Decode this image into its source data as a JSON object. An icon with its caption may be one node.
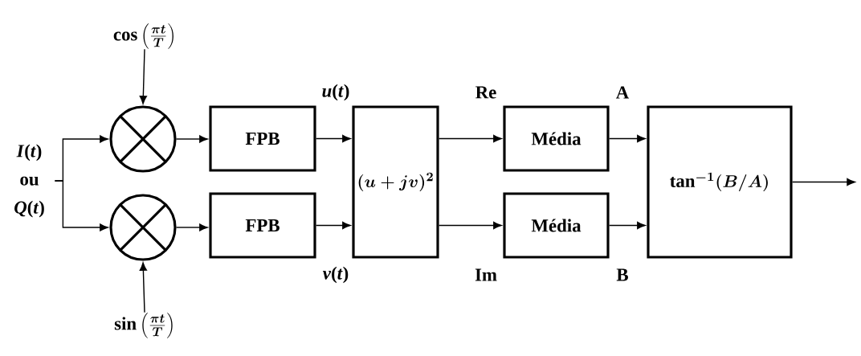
{
  "diagram": {
    "nodes": [
      {
        "text": [
          "*I*(*t*) ou *Q*(*t*)"
        ]
      },
      {
        "text": [
          "\\cos\\left(\\frac{\\pi t}{T}\\right)"
        ]
      },
      {
        "text": [],
        "shape": "circle"
      },
      {
        "text": [],
        "shape": "circle"
      },
      {
        "text": [
          "\\sin\\left(\\frac{\\pi t}{T}\\right)"
        ]
      },
      {
        "text": [
          "FPB"
        ]
      },
      {
        "text": [
          "FPB"
        ]
      },
      {
        "text": [
          "(u+jv)^{2}"
        ]
      },
      {
        "text": [
          "Média"
        ]
      },
      {
        "text": [
          "Média"
        ]
      },
      {
        "text": [
          "\\tan^{-1}(B/A)"
        ]
      }
    ],
    "edges": [
      {
        "from": 0,
        "to": 2,
        "arrow": "to"
      },
      {
        "from": 0,
        "to": 3,
        "arrow": "to"
      },
      {
        "from": 1,
        "to": 2,
        "arrow": "to"
      },
      {
        "from": 4,
        "to": 3,
        "arrow": "to"
      },
      {
        "from": 2,
        "to": 5,
        "arrow": "to"
      },
      {
        "from": 3,
        "to": 6,
        "arrow": "to"
      },
      {
        "from": 5,
        "to": 7,
        "arrow": "to",
        "label": "*u*(*t*)"
      },
      {
        "from": 6,
        "to": 7,
        "arrow": "to",
        "label": "*v*(*t*)"
      },
      {
        "from": 7,
        "to": 8,
        "arrow": "to",
        "label": "Re"
      },
      {
        "from": 7,
        "to": 9,
        "arrow": "to",
        "label": "Im"
      },
      {
        "from": 8,
        "to": 10,
        "arrow": "to",
        "label": "A"
      },
      {
        "from": 9,
        "to": 10,
        "arrow": "to",
        "label": "B"
      },
      {
        "from": 10,
        "to": null,
        "arrow": "to"
      }
    ]
  }
}
